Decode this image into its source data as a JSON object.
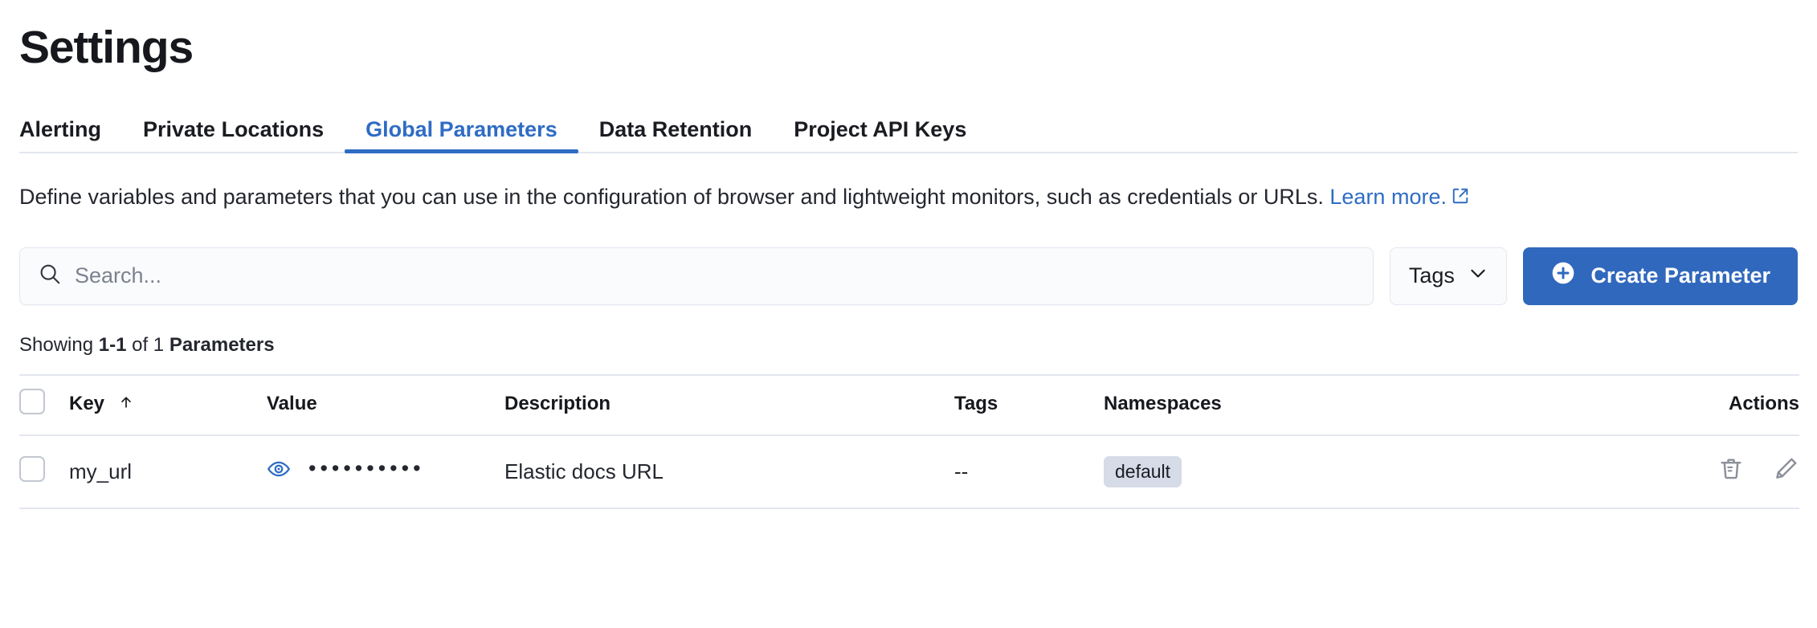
{
  "header": {
    "title": "Settings"
  },
  "tabs": [
    {
      "label": "Alerting",
      "active": false
    },
    {
      "label": "Private Locations",
      "active": false
    },
    {
      "label": "Global Parameters",
      "active": true
    },
    {
      "label": "Data Retention",
      "active": false
    },
    {
      "label": "Project API Keys",
      "active": false
    }
  ],
  "description": {
    "text": "Define variables and parameters that you can use in the configuration of browser and lightweight monitors, such as credentials or URLs.",
    "link_label": "Learn more.",
    "link_icon": "external-link-icon"
  },
  "controls": {
    "search": {
      "placeholder": "Search...",
      "value": "",
      "icon": "search-icon"
    },
    "tags_filter": {
      "label": "Tags",
      "icon": "chevron-down-icon"
    },
    "create_button": {
      "label": "Create Parameter",
      "icon": "plus-circle-icon"
    }
  },
  "results_summary": {
    "prefix": "Showing",
    "range": "1-1",
    "middle": "of",
    "total": "1",
    "entity": "Parameters"
  },
  "table": {
    "columns": [
      {
        "key": "check",
        "label": ""
      },
      {
        "key": "key",
        "label": "Key",
        "sort": "asc",
        "sort_icon": "arrow-up-icon"
      },
      {
        "key": "value",
        "label": "Value"
      },
      {
        "key": "description",
        "label": "Description"
      },
      {
        "key": "tags",
        "label": "Tags"
      },
      {
        "key": "namespaces",
        "label": "Namespaces"
      },
      {
        "key": "actions",
        "label": "Actions"
      }
    ],
    "rows": [
      {
        "key": "my_url",
        "value_masked": "••••••••••",
        "value_toggle_icon": "eye-icon",
        "description": "Elastic docs URL",
        "tags": "--",
        "namespaces": [
          "default"
        ],
        "actions": [
          "trash-icon",
          "pencil-icon"
        ]
      }
    ]
  },
  "colors": {
    "accent_blue": "#3068bd",
    "tab_active": "#2f6cc4",
    "eye_icon": "#2f6cc4",
    "badge_bg": "#d5dbe7",
    "border": "#e3e6ef",
    "text": "#24272e"
  }
}
